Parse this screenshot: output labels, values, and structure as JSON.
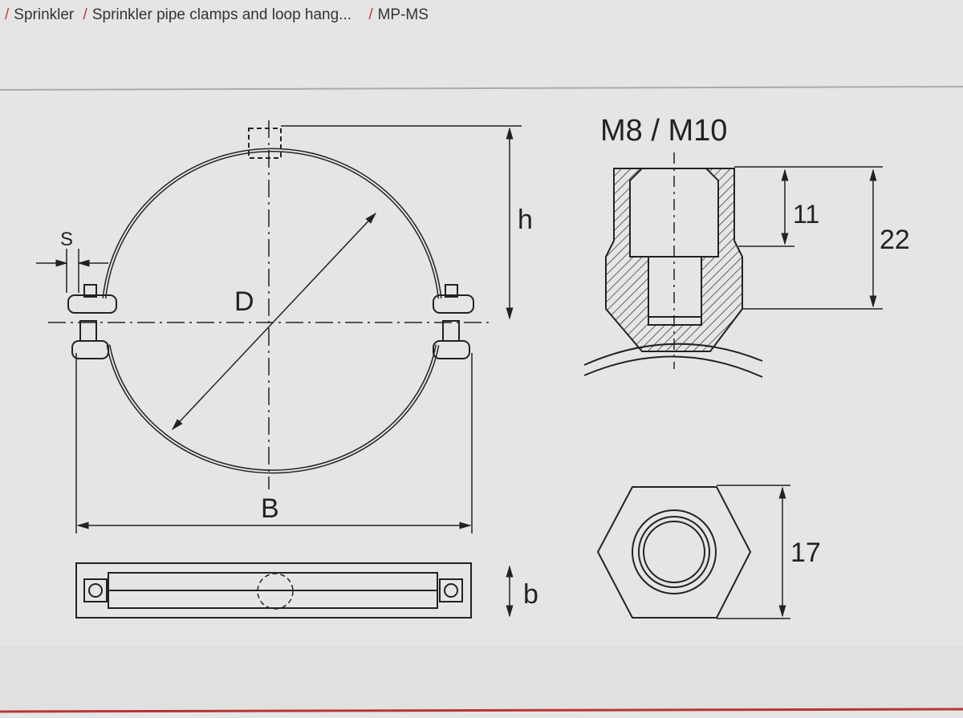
{
  "breadcrumb": {
    "items": [
      "Sprinkler",
      "Sprinkler pipe clamps and loop hang...",
      "MP-MS"
    ],
    "separator": "/"
  },
  "drawing": {
    "labels": {
      "s": "S",
      "d": "D",
      "h": "h",
      "b_width": "B",
      "b_height": "b",
      "thread": "M8 / M10",
      "dim_11": "11",
      "dim_22": "22",
      "dim_17": "17"
    }
  }
}
